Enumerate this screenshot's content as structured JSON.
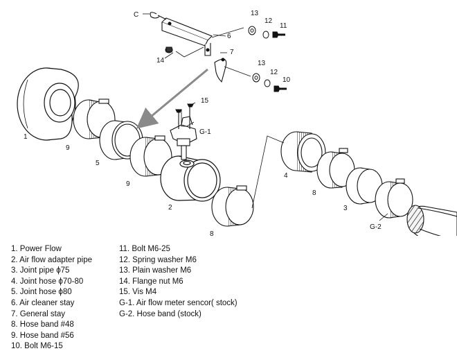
{
  "callouts": {
    "c": "C",
    "n1": "1",
    "n2": "2",
    "n3": "3",
    "n4": "4",
    "n5": "5",
    "n6": "6",
    "n7": "7",
    "n8a": "8",
    "n8b": "8",
    "n9a": "9",
    "n9b": "9",
    "n10": "10",
    "n11": "11",
    "n12a": "12",
    "n12b": "12",
    "n13a": "13",
    "n13b": "13",
    "n14": "14",
    "n15": "15",
    "g1": "G-1",
    "g2": "G-2"
  },
  "legend_left": [
    "1. Power Flow",
    "2. Air flow adapter pipe",
    "3. Joint pipe ϕ75",
    "4. Joint hose ϕ70-80",
    "5. Joint hose ϕ80",
    "6. Air cleaner stay",
    "7. General stay",
    "8. Hose band #48",
    "9. Hose band #56",
    "10. Bolt M6-15"
  ],
  "legend_right": [
    "11. Bolt M6-25",
    "12. Spring washer M6",
    "13. Plain washer M6",
    "14. Flange nut M6",
    "15. Vis M4",
    "G-1. Air flow meter sencor( stock)",
    "G-2. Hose band (stock)"
  ]
}
